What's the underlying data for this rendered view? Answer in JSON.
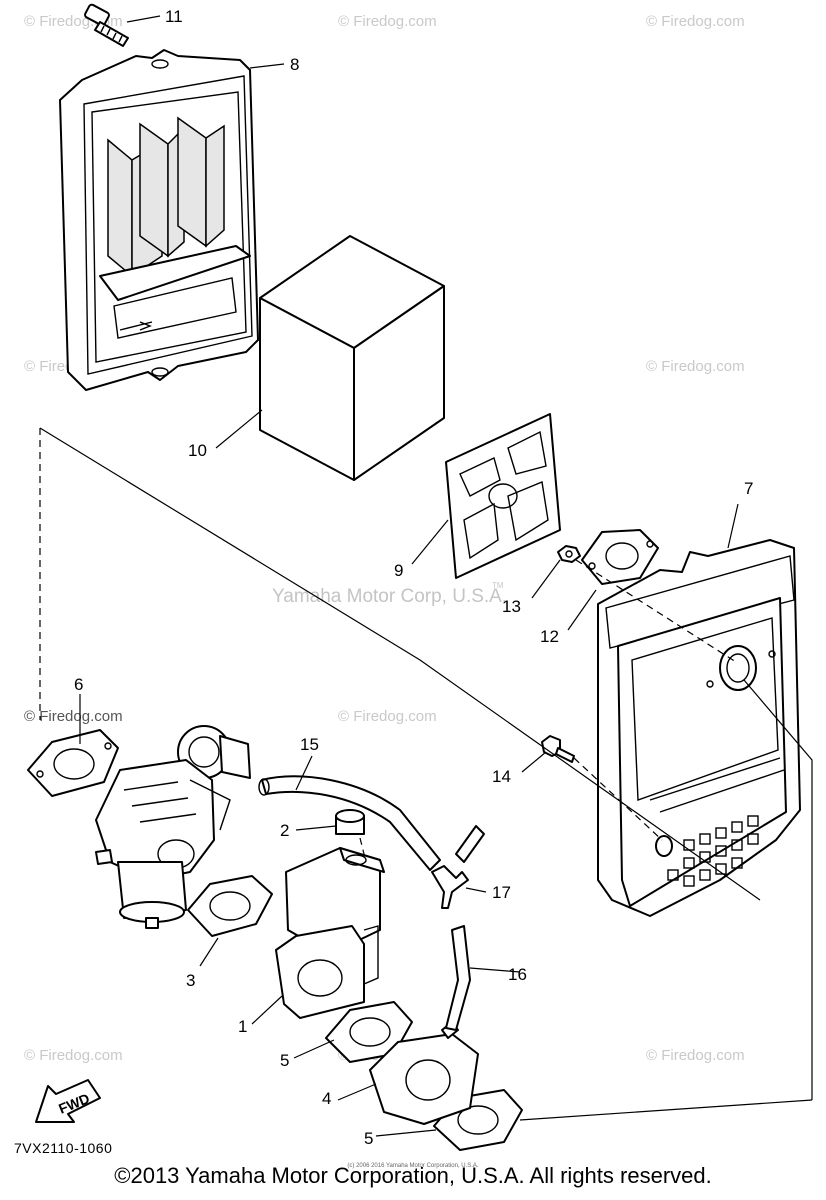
{
  "watermarks": {
    "firedog": "© Firedog.com",
    "center": "Yamaha Motor Corp, U.S.A.",
    "tm": "TM"
  },
  "callouts": {
    "c1": "1",
    "c2": "2",
    "c3": "3",
    "c4": "4",
    "c5a": "5",
    "c5b": "5",
    "c6": "6",
    "c7": "7",
    "c8": "8",
    "c9": "9",
    "c10": "10",
    "c11": "11",
    "c12": "12",
    "c13": "13",
    "c14": "14",
    "c15": "15",
    "c16": "16",
    "c17": "17"
  },
  "fwd_label": "FWD",
  "part_code": "7VX2110-1060",
  "footer_small": "(c) 2006 2016 Yamaha Motor Corporation, U.S.A.",
  "footer": "©2013 Yamaha Motor Corporation, U.S.A. All rights reserved."
}
